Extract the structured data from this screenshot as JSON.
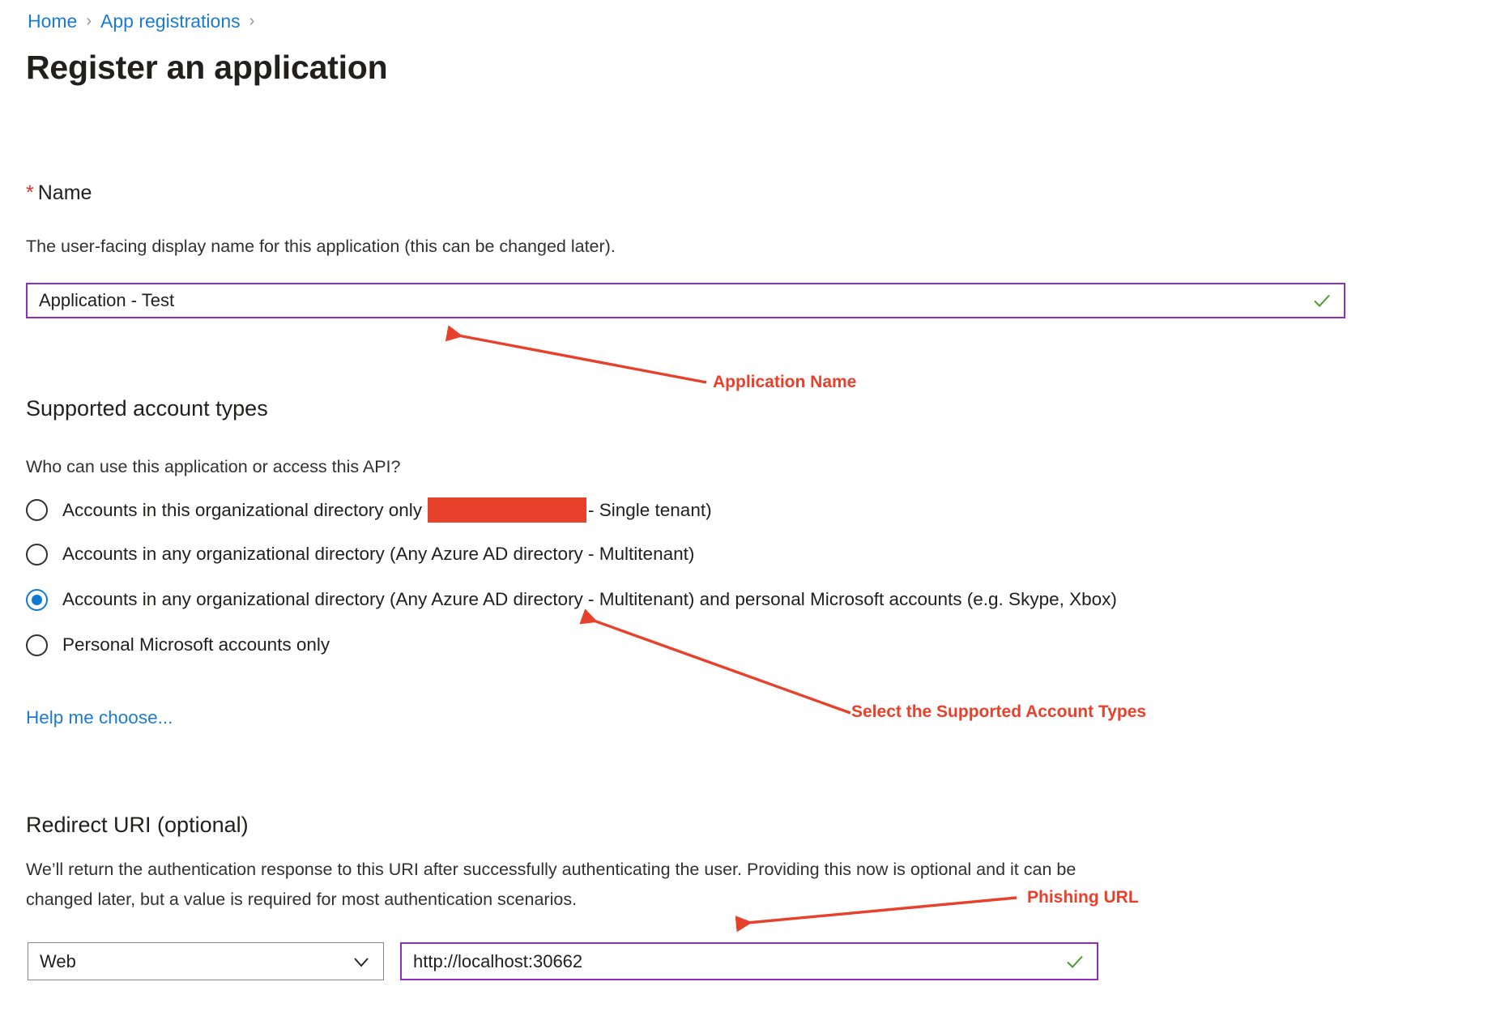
{
  "breadcrumb": {
    "items": [
      {
        "label": "Home"
      },
      {
        "label": "App registrations"
      }
    ],
    "separator": "›"
  },
  "page": {
    "title": "Register an application"
  },
  "name_section": {
    "required_marker": "*",
    "label": "Name",
    "description": "The user-facing display name for this application (this can be changed later).",
    "input_value": "Application - Test",
    "valid_icon": "check-icon"
  },
  "supported_account_types": {
    "heading": "Supported account types",
    "question": "Who can use this application or access this API?",
    "options": [
      {
        "label_before": "Accounts in this organizational directory only",
        "redacted": true,
        "label_after": "- Single tenant)",
        "selected": false
      },
      {
        "label_before": "Accounts in any organizational directory (Any Azure AD directory - Multitenant)",
        "redacted": false,
        "label_after": "",
        "selected": false
      },
      {
        "label_before": "Accounts in any organizational directory (Any Azure AD directory - Multitenant) and personal Microsoft accounts (e.g. Skype, Xbox)",
        "redacted": false,
        "label_after": "",
        "selected": true
      },
      {
        "label_before": "Personal Microsoft accounts only",
        "redacted": false,
        "label_after": "",
        "selected": false
      }
    ],
    "help_link": "Help me choose..."
  },
  "redirect_uri": {
    "heading": "Redirect URI (optional)",
    "description_line1": "We’ll return the authentication response to this URI after successfully authenticating the user. Providing this now is optional and it can be",
    "description_line2": "changed later, but a value is required for most authentication scenarios.",
    "platform_value": "Web",
    "uri_value": "http://localhost:30662",
    "valid_icon": "check-icon"
  },
  "annotations": [
    {
      "text": "Application Name"
    },
    {
      "text": "Select the Supported Account Types"
    },
    {
      "text": "Phishing URL"
    }
  ],
  "colors": {
    "annotation_red": "#e8412b",
    "link_blue": "#1a7bd4",
    "input_focus_purple": "#8f2fbd",
    "valid_green": "#4a9c2d",
    "radio_selected_blue": "#0f7ad4"
  }
}
